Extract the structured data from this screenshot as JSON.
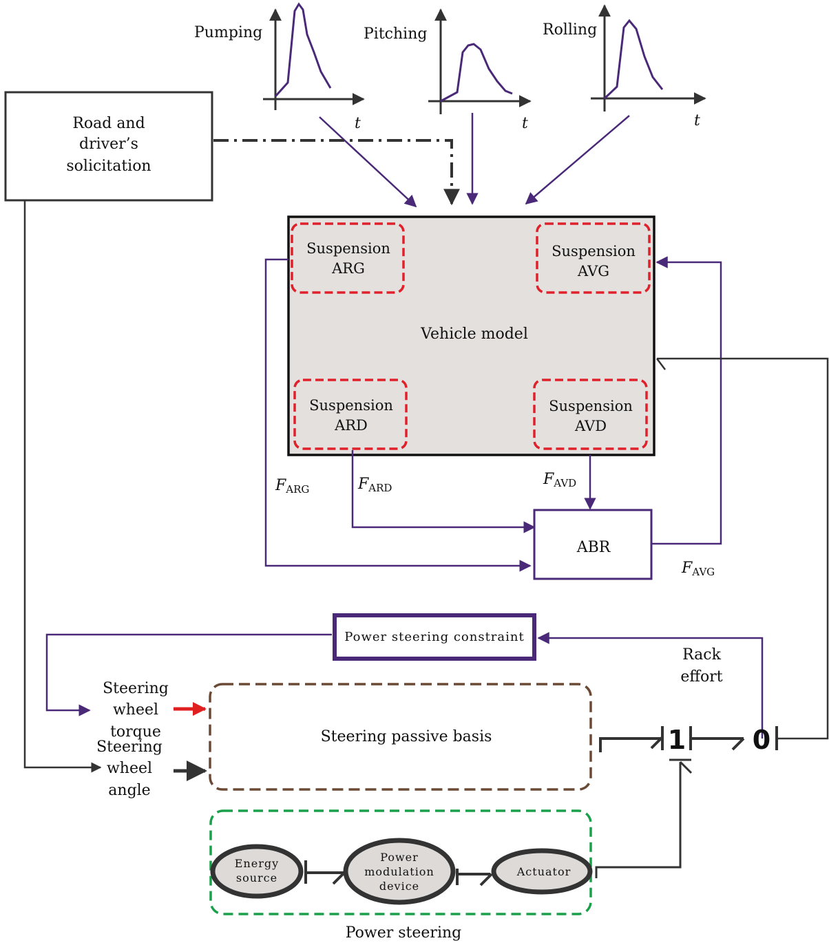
{
  "colors": {
    "purple": "#4a2a78",
    "dark": "#333333",
    "red_dash": "#e0202a",
    "brown_dash": "#6b4a35",
    "green_dash": "#1aa04a",
    "vehicle_fill": "#e4e0de",
    "ellipse_fill": "#dedad8",
    "red_arrow": "#e02020"
  },
  "graphs": [
    {
      "label": "Pumping",
      "axis": "t"
    },
    {
      "label": "Pitching",
      "axis": "t"
    },
    {
      "label": "Rolling",
      "axis": "t"
    }
  ],
  "road": {
    "line1": "Road and",
    "line2": "driver’s",
    "line3": "solicitation"
  },
  "vehicle": {
    "title": "Vehicle model",
    "arg": {
      "l1": "Suspension",
      "l2": "ARG"
    },
    "avg": {
      "l1": "Suspension",
      "l2": "AVG"
    },
    "ard": {
      "l1": "Suspension",
      "l2": "ARD"
    },
    "avd": {
      "l1": "Suspension",
      "l2": "AVD"
    }
  },
  "forces": {
    "f": "F",
    "arg": "ARG",
    "ard": "ARD",
    "avd": "AVD",
    "avg": "AVG"
  },
  "abr": "ABR",
  "constraint": "Power steering constraint",
  "rack": {
    "l1": "Rack",
    "l2": "effort"
  },
  "torque": {
    "l1": "Steering",
    "l2": "wheel",
    "l3": "torque"
  },
  "angle": {
    "l1": "Steering",
    "l2": "wheel",
    "l3": "angle"
  },
  "passive": "Steering passive basis",
  "junction1": "1",
  "junction0": "0",
  "power": {
    "title": "Power steering",
    "energy": {
      "l1": "Energy",
      "l2": "source"
    },
    "modulation": {
      "l1": "Power",
      "l2": "modulation",
      "l3": "device"
    },
    "actuator": "Actuator"
  }
}
